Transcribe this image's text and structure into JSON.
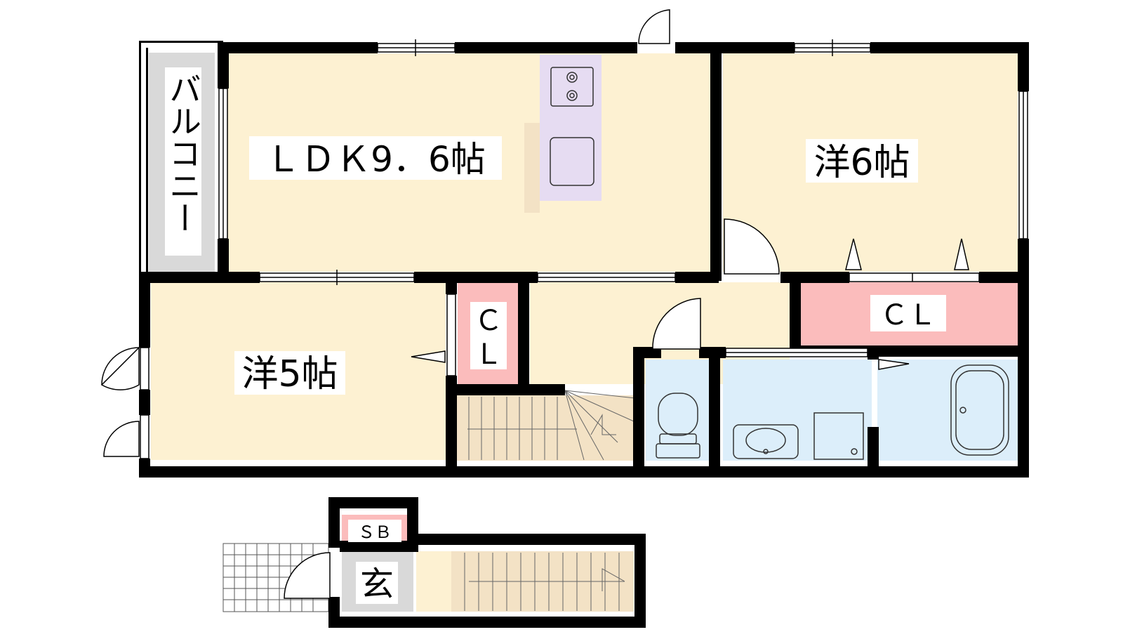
{
  "rooms": {
    "ldk": "ＬＤＫ9．6帖",
    "western6": "洋6帖",
    "western5": "洋5帖",
    "balcony": "バルコニー",
    "closet_small_top": "Ｃ",
    "closet_small_bottom": "Ｌ",
    "closet_large": "ＣＬ",
    "shoe_box": "ＳＢ",
    "entrance": "玄"
  },
  "colors": {
    "room_floor": "#fdf1d2",
    "closet": "#fbbcbc",
    "wet_area": "#dceefa",
    "kitchen": "#e6dcf2",
    "balcony_floor": "#d9d9d9",
    "stairs": "#f3e2c5",
    "wall": "#000000"
  }
}
